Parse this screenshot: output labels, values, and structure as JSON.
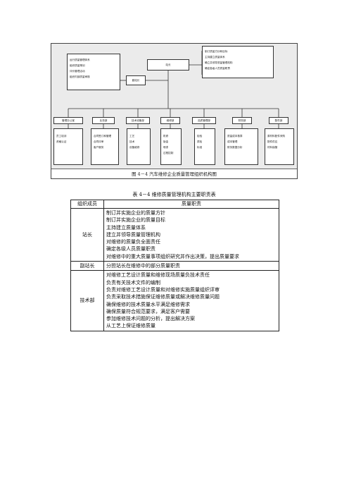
{
  "figure": {
    "caption": "图 4－4  汽车维修企业质量管理组织机构图",
    "stationmaster": "站长",
    "deputy": "副站长",
    "deputy_duties": [
      "运行质量管理体系",
      "组织质量策划",
      "评价管理活动",
      "组织内部质量审核"
    ],
    "master_duties": [
      "制订质量方针和目标",
      "主持建立质量体系",
      "确立并领导质量管理机构",
      "确定各级人员质量职责"
    ],
    "departments": [
      {
        "name": "管理办公室",
        "duties": [
          "员工培训",
          "资格认证"
        ]
      },
      {
        "name": "业务部",
        "duties": [
          "合同签订和管理",
          "合同评审",
          "客户服务"
        ]
      },
      {
        "name": "技术设备部",
        "duties": [
          "工艺",
          "技术",
          "设备维修"
        ]
      },
      {
        "name": "维修部",
        "duties": [
          "机修",
          "钣金",
          "喷漆",
          "过程控制"
        ]
      },
      {
        "name": "品质管理部",
        "duties": [
          "检验",
          "质检",
          "标准"
        ]
      },
      {
        "name": "财务部",
        "duties": [
          "质量成本核算",
          "成本管理",
          "财务数据分析"
        ]
      },
      {
        "name": "配件部",
        "duties": [
          "原材料配件采购",
          "配件供应",
          "材料保管"
        ]
      }
    ]
  },
  "table": {
    "title": "表 4－4  维修质量管理机构主要职责表",
    "headers": [
      "组织成员",
      "质量职责"
    ],
    "rows": [
      {
        "member": "站长",
        "duties": [
          "制订并实施企业的质量方针",
          "制订并实施企业的质量目标",
          "主持建立质量体系",
          "建立并领导质量管理机构",
          "对维修的质量负全面责任",
          "确定各级人员质量职责",
          "对维修中的重大质量事项组织研究并作出决策，提出质量要求"
        ]
      },
      {
        "member": "副站长",
        "duties": [
          "分担站长在维修中的部分质量职责"
        ]
      },
      {
        "member": "技术部",
        "duties": [
          "对维修工艺设计质量和维修现场质量负技术责任",
          "负责有关技术文件的编制",
          "负责对维修工艺设计质量和对维修实施质量组织评审",
          "负责采取技术措施保证维修质量或解决维修质量问题",
          "确保维修的技术质量水平满足维修需求",
          "确保质量符合规范要求，满足客户需要",
          "参加维修技术问题的分析，提出解决方案",
          "从工艺上保证维修质量"
        ]
      }
    ]
  }
}
